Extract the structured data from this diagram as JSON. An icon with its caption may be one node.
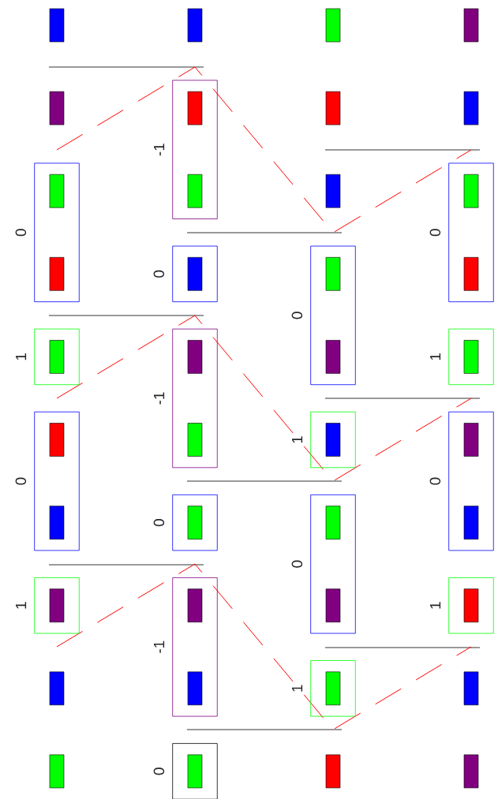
{
  "diagram": {
    "nodes": [
      {
        "text": [],
        "shape": "box"
      },
      {
        "text": [],
        "shape": "box"
      },
      {
        "text": [
          "0"
        ]
      },
      {
        "text": [],
        "shape": "box",
        "in": 2
      },
      {
        "text": [],
        "shape": "box",
        "in": 2
      },
      {
        "text": [
          "1"
        ]
      },
      {
        "text": [],
        "shape": "box",
        "in": 5
      },
      {
        "text": [
          "0"
        ]
      },
      {
        "text": [],
        "shape": "box",
        "in": 7
      },
      {
        "text": [],
        "shape": "box",
        "in": 7
      },
      {
        "text": [
          "1"
        ]
      },
      {
        "text": [],
        "shape": "box",
        "in": 10
      },
      {
        "text": [],
        "shape": "box"
      },
      {
        "text": [],
        "shape": "box"
      },
      {
        "text": [],
        "shape": "box"
      },
      {
        "text": [
          "-1"
        ]
      },
      {
        "text": [],
        "shape": "box",
        "in": 15
      },
      {
        "text": [],
        "shape": "box",
        "in": 15
      },
      {
        "text": [
          "0"
        ]
      },
      {
        "text": [],
        "shape": "box",
        "in": 18
      },
      {
        "text": [
          "-1"
        ]
      },
      {
        "text": [],
        "shape": "box",
        "in": 20
      },
      {
        "text": [],
        "shape": "box",
        "in": 20
      },
      {
        "text": [
          "0"
        ]
      },
      {
        "text": [],
        "shape": "box",
        "in": 23
      },
      {
        "text": [
          "-1"
        ]
      },
      {
        "text": [],
        "shape": "box",
        "in": 25
      },
      {
        "text": [],
        "shape": "box",
        "in": 25
      },
      {
        "text": [
          "0"
        ]
      },
      {
        "text": [],
        "shape": "box",
        "in": 28
      },
      {
        "text": [],
        "shape": "box"
      },
      {
        "text": [],
        "shape": "box"
      },
      {
        "text": [],
        "shape": "box"
      },
      {
        "text": [
          "0"
        ]
      },
      {
        "text": [],
        "shape": "box",
        "in": 33
      },
      {
        "text": [],
        "shape": "box",
        "in": 33
      },
      {
        "text": [
          "1"
        ]
      },
      {
        "text": [],
        "shape": "box",
        "in": 36
      },
      {
        "text": [
          "0"
        ]
      },
      {
        "text": [],
        "shape": "box",
        "in": 38
      },
      {
        "text": [],
        "shape": "box",
        "in": 38
      },
      {
        "text": [
          "1"
        ]
      },
      {
        "text": [],
        "shape": "box",
        "in": 41
      },
      {
        "text": [],
        "shape": "box"
      },
      {
        "text": [],
        "shape": "box"
      },
      {
        "text": [],
        "shape": "box"
      },
      {
        "text": [
          "0"
        ]
      },
      {
        "text": [],
        "shape": "box",
        "in": 46
      },
      {
        "text": [],
        "shape": "box",
        "in": 46
      },
      {
        "text": [
          "1"
        ]
      },
      {
        "text": [],
        "shape": "box",
        "in": 49
      },
      {
        "text": [
          "0"
        ]
      },
      {
        "text": [],
        "shape": "box",
        "in": 51
      },
      {
        "text": [],
        "shape": "box",
        "in": 51
      },
      {
        "text": [
          "1"
        ]
      },
      {
        "text": [],
        "shape": "box",
        "in": 54
      },
      {
        "text": [],
        "shape": "box"
      },
      {
        "text": [],
        "shape": "box"
      }
    ]
  }
}
